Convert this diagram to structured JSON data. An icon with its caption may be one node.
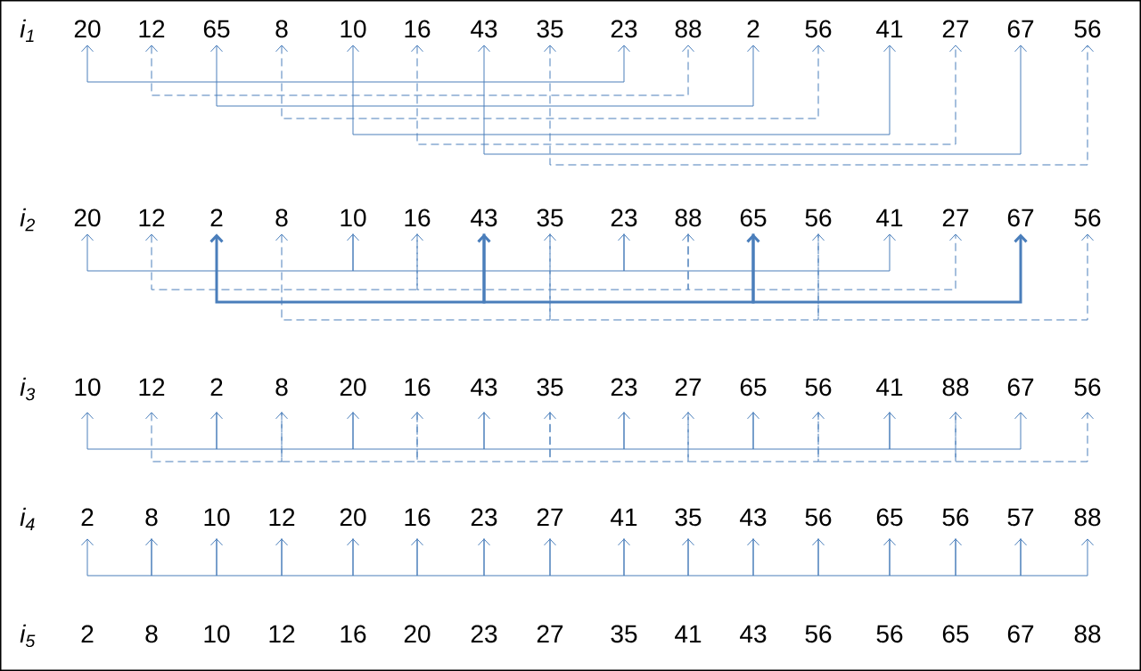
{
  "diagram": {
    "nodes": [
      {
        "text": [
          "20"
        ]
      },
      {
        "text": [
          "12"
        ]
      },
      {
        "text": [
          "65"
        ]
      },
      {
        "text": [
          "8"
        ]
      },
      {
        "text": [
          "10"
        ]
      },
      {
        "text": [
          "16"
        ]
      },
      {
        "text": [
          "43"
        ]
      },
      {
        "text": [
          "35"
        ]
      },
      {
        "text": [
          "23"
        ]
      },
      {
        "text": [
          "88"
        ]
      },
      {
        "text": [
          "2"
        ]
      },
      {
        "text": [
          "56"
        ]
      },
      {
        "text": [
          "41"
        ]
      },
      {
        "text": [
          "27"
        ]
      },
      {
        "text": [
          "67"
        ]
      },
      {
        "text": [
          "56"
        ]
      },
      {
        "text": [
          "20"
        ]
      },
      {
        "text": [
          "12"
        ]
      },
      {
        "text": [
          "2"
        ]
      },
      {
        "text": [
          "8"
        ]
      },
      {
        "text": [
          "10"
        ]
      },
      {
        "text": [
          "16"
        ]
      },
      {
        "text": [
          "43"
        ]
      },
      {
        "text": [
          "35"
        ]
      },
      {
        "text": [
          "23"
        ]
      },
      {
        "text": [
          "88"
        ]
      },
      {
        "text": [
          "65"
        ]
      },
      {
        "text": [
          "56"
        ]
      },
      {
        "text": [
          "41"
        ]
      },
      {
        "text": [
          "27"
        ]
      },
      {
        "text": [
          "67"
        ]
      },
      {
        "text": [
          "56"
        ]
      },
      {
        "text": [
          "10"
        ]
      },
      {
        "text": [
          "12"
        ]
      },
      {
        "text": [
          "2"
        ]
      },
      {
        "text": [
          "8"
        ]
      },
      {
        "text": [
          "20"
        ]
      },
      {
        "text": [
          "16"
        ]
      },
      {
        "text": [
          "43"
        ]
      },
      {
        "text": [
          "35"
        ]
      },
      {
        "text": [
          "23"
        ]
      },
      {
        "text": [
          "27"
        ]
      },
      {
        "text": [
          "65"
        ]
      },
      {
        "text": [
          "56"
        ]
      },
      {
        "text": [
          "41"
        ]
      },
      {
        "text": [
          "88"
        ]
      },
      {
        "text": [
          "67"
        ]
      },
      {
        "text": [
          "56"
        ]
      },
      {
        "text": [
          "2"
        ]
      },
      {
        "text": [
          "8"
        ]
      },
      {
        "text": [
          "10"
        ]
      },
      {
        "text": [
          "12"
        ]
      },
      {
        "text": [
          "20"
        ]
      },
      {
        "text": [
          "16"
        ]
      },
      {
        "text": [
          "23"
        ]
      },
      {
        "text": [
          "27"
        ]
      },
      {
        "text": [
          "41"
        ]
      },
      {
        "text": [
          "35"
        ]
      },
      {
        "text": [
          "43"
        ]
      },
      {
        "text": [
          "56"
        ]
      },
      {
        "text": [
          "65"
        ]
      },
      {
        "text": [
          "56"
        ]
      },
      {
        "text": [
          "57"
        ]
      },
      {
        "text": [
          "88"
        ]
      },
      {
        "text": [
          "2"
        ]
      },
      {
        "text": [
          "8"
        ]
      },
      {
        "text": [
          "10"
        ]
      },
      {
        "text": [
          "12"
        ]
      },
      {
        "text": [
          "16"
        ]
      },
      {
        "text": [
          "20"
        ]
      },
      {
        "text": [
          "23"
        ]
      },
      {
        "text": [
          "27"
        ]
      },
      {
        "text": [
          "35"
        ]
      },
      {
        "text": [
          "41"
        ]
      },
      {
        "text": [
          "43"
        ]
      },
      {
        "text": [
          "56"
        ]
      },
      {
        "text": [
          "56"
        ]
      },
      {
        "text": [
          "65"
        ]
      },
      {
        "text": [
          "67"
        ]
      },
      {
        "text": [
          "88"
        ]
      }
    ],
    "edges": [
      {
        "from": 0,
        "to": 8,
        "arrow": "both"
      },
      {
        "from": 1,
        "to": 9,
        "arrow": "both",
        "style": "dashed"
      },
      {
        "from": 2,
        "to": 10,
        "arrow": "both"
      },
      {
        "from": 3,
        "to": 11,
        "arrow": "both",
        "style": "dashed"
      },
      {
        "from": 4,
        "to": 12,
        "arrow": "both"
      },
      {
        "from": 5,
        "to": 13,
        "arrow": "both",
        "style": "dashed"
      },
      {
        "from": 6,
        "to": 14,
        "arrow": "both"
      },
      {
        "from": 7,
        "to": 15,
        "arrow": "both",
        "style": "dashed"
      },
      {
        "from": 16,
        "to": 20,
        "arrow": "both"
      },
      {
        "from": 20,
        "to": 24,
        "arrow": "to"
      },
      {
        "from": 24,
        "to": 28,
        "arrow": "to"
      },
      {
        "from": 17,
        "to": 21,
        "arrow": "both",
        "style": "dashed"
      },
      {
        "from": 21,
        "to": 25,
        "arrow": "to",
        "style": "dashed"
      },
      {
        "from": 25,
        "to": 29,
        "arrow": "to",
        "style": "dashed"
      },
      {
        "from": 18,
        "to": 22,
        "arrow": "both",
        "style": "thick"
      },
      {
        "from": 22,
        "to": 26,
        "arrow": "to",
        "style": "thick"
      },
      {
        "from": 26,
        "to": 30,
        "arrow": "to",
        "style": "thick"
      },
      {
        "from": 19,
        "to": 23,
        "arrow": "both",
        "style": "dashed"
      },
      {
        "from": 23,
        "to": 27,
        "arrow": "to",
        "style": "dashed"
      },
      {
        "from": 27,
        "to": 31,
        "arrow": "to",
        "style": "dashed"
      },
      {
        "from": 32,
        "to": 34,
        "arrow": "both"
      },
      {
        "from": 34,
        "to": 36,
        "arrow": "to"
      },
      {
        "from": 36,
        "to": 38,
        "arrow": "to"
      },
      {
        "from": 38,
        "to": 40,
        "arrow": "to"
      },
      {
        "from": 40,
        "to": 42,
        "arrow": "to"
      },
      {
        "from": 42,
        "to": 44,
        "arrow": "to"
      },
      {
        "from": 44,
        "to": 46,
        "arrow": "to"
      },
      {
        "from": 33,
        "to": 35,
        "arrow": "both",
        "style": "dashed"
      },
      {
        "from": 35,
        "to": 37,
        "arrow": "to",
        "style": "dashed"
      },
      {
        "from": 37,
        "to": 39,
        "arrow": "to",
        "style": "dashed"
      },
      {
        "from": 39,
        "to": 41,
        "arrow": "to",
        "style": "dashed"
      },
      {
        "from": 41,
        "to": 43,
        "arrow": "to",
        "style": "dashed"
      },
      {
        "from": 43,
        "to": 45,
        "arrow": "to",
        "style": "dashed"
      },
      {
        "from": 45,
        "to": 47,
        "arrow": "to",
        "style": "dashed"
      },
      {
        "from": 48,
        "to": 49,
        "arrow": "both"
      },
      {
        "from": 49,
        "to": 50,
        "arrow": "to"
      },
      {
        "from": 50,
        "to": 51,
        "arrow": "to"
      },
      {
        "from": 51,
        "to": 52,
        "arrow": "to"
      },
      {
        "from": 52,
        "to": 53,
        "arrow": "to"
      },
      {
        "from": 53,
        "to": 54,
        "arrow": "to"
      },
      {
        "from": 54,
        "to": 55,
        "arrow": "to"
      },
      {
        "from": 55,
        "to": 56,
        "arrow": "to"
      },
      {
        "from": 56,
        "to": 57,
        "arrow": "to"
      },
      {
        "from": 57,
        "to": 58,
        "arrow": "to"
      },
      {
        "from": 58,
        "to": 59,
        "arrow": "to"
      },
      {
        "from": 59,
        "to": 60,
        "arrow": "to"
      },
      {
        "from": 60,
        "to": 61,
        "arrow": "to"
      },
      {
        "from": 61,
        "to": 62,
        "arrow": "to"
      },
      {
        "from": 62,
        "to": 63,
        "arrow": "to"
      }
    ],
    "labels": [
      "i$_{1}$",
      "i$_{2}$",
      "i$_{3}$",
      "i$_{4}$",
      "i$_{5}$"
    ]
  }
}
